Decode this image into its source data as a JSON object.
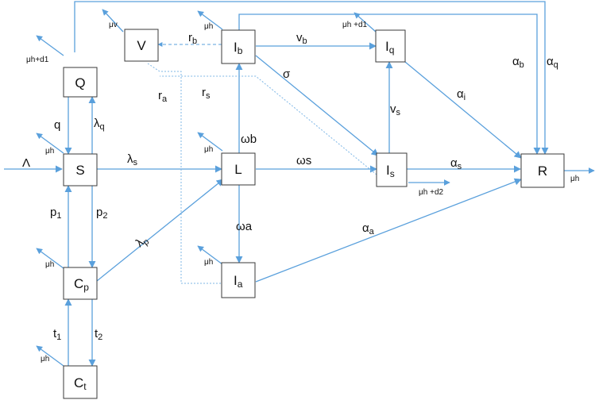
{
  "nodes": {
    "V": "V",
    "Q": "Q",
    "S": "S",
    "Cp": "C",
    "Cp_sub": "p",
    "Ct": "C",
    "Ct_sub": "t",
    "Ib": "I",
    "Ib_sub": "b",
    "L": "L",
    "Ia": "I",
    "Ia_sub": "a",
    "Iq": "I",
    "Iq_sub": "q",
    "Is": "I",
    "Is_sub": "s",
    "R": "R"
  },
  "labels": {
    "Lambda": "Λ",
    "q": "q",
    "lambda_q": "λ",
    "lambda_q_sub": "q",
    "lambda_s": "λ",
    "lambda_s_sub": "s",
    "lambda_p": "λ",
    "lambda_p_sub": "p",
    "p1": "p",
    "p1_sub": "1",
    "p2": "p",
    "p2_sub": "2",
    "t1": "t",
    "t1_sub": "1",
    "t2": "t",
    "t2_sub": "2",
    "r_b": "r",
    "r_b_sub": "b",
    "r_a": "r",
    "r_a_sub": "a",
    "r_s": "r",
    "r_s_sub": "s",
    "nu_b": "v",
    "nu_b_sub": "b",
    "nu_s": "v",
    "nu_s_sub": "s",
    "sigma": "σ",
    "omega_b": "ωb",
    "omega_s": "ωs",
    "omega_a": "ωa",
    "alpha_i": "α",
    "alpha_i_sub": "i",
    "alpha_s": "α",
    "alpha_s_sub": "s",
    "alpha_a": "α",
    "alpha_a_sub": "a",
    "alpha_b": "α",
    "alpha_b_sub": "b",
    "alpha_q": "α",
    "alpha_q_sub": "q"
  },
  "death_labels": {
    "V": "μv",
    "Q": "μh+d1",
    "S": "μh",
    "Cp": "μh",
    "Ct": "μh",
    "Ib": "μh",
    "L": "μh",
    "Ia": "μh",
    "Iq": "μh +d1",
    "Is": "μh +d2",
    "R": "μh"
  }
}
